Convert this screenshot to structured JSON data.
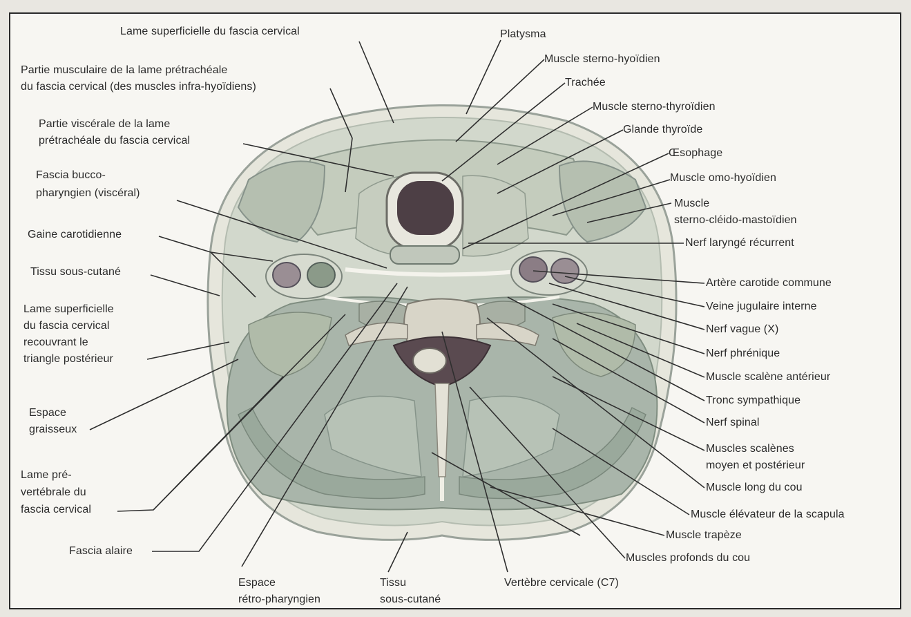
{
  "labels": {
    "lame_superficielle_top": "Lame superficielle du fascia cervical",
    "platysma": "Platysma",
    "partie_musculaire_1": "Partie musculaire de la lame prétrachéale",
    "partie_musculaire_2": "du fascia cervical (des muscles infra-hyoïdiens)",
    "sterno_hyoidien": "Muscle sterno-hyoïdien",
    "trachee": "Trachée",
    "partie_viscerale_1": "Partie viscérale de la lame",
    "partie_viscerale_2": "prétrachéale du fascia cervical",
    "sterno_thyroidien": "Muscle sterno-thyroïdien",
    "glande_thyroide": "Glande thyroïde",
    "oesophage": "Œsophage",
    "fascia_bucco_1": "Fascia bucco-",
    "fascia_bucco_2": "pharyngien (viscéral)",
    "omo_hyoidien": "Muscle omo-hyoïdien",
    "scm_1": "Muscle",
    "scm_2": "sterno-cléido-mastoïdien",
    "gaine_carotidienne": "Gaine carotidienne",
    "nerf_larynge": "Nerf laryngé récurrent",
    "tissu_sous_cutane_left": "Tissu sous-cutané",
    "artere_carotide": "Artère carotide commune",
    "lame_sup_post_1": "Lame superficielle",
    "lame_sup_post_2": "du fascia cervical",
    "lame_sup_post_3": "recouvrant le",
    "lame_sup_post_4": "triangle postérieur",
    "veine_jugulaire": "Veine jugulaire interne",
    "nerf_vague": "Nerf vague (X)",
    "nerf_phrenique": "Nerf phrénique",
    "scalene_anterieur": "Muscle scalène antérieur",
    "espace_graisseux_1": "Espace",
    "espace_graisseux_2": "graisseux",
    "tronc_sympathique": "Tronc sympathique",
    "nerf_spinal": "Nerf spinal",
    "scalenes_moyen_1": "Muscles scalènes",
    "scalenes_moyen_2": "moyen et postérieur",
    "lame_prevert_1": "Lame pré-",
    "lame_prevert_2": "vertébrale du",
    "lame_prevert_3": "fascia cervical",
    "long_du_cou": "Muscle long du cou",
    "elevateur_scapula": "Muscle élévateur de la scapula",
    "trapeze": "Muscle trapèze",
    "fascia_alaire": "Fascia alaire",
    "muscles_profonds": "Muscles profonds du cou",
    "espace_retro_1": "Espace",
    "espace_retro_2": "rétro-pharyngien",
    "tissu_sous_cutane_bottom_1": "Tissu",
    "tissu_sous_cutane_bottom_2": "sous-cutané",
    "vertebre": "Vertèbre cervicale (C7)"
  },
  "colors": {
    "skin": "#dcdcd2",
    "muscle": "#b9c4b4",
    "muscle_dark": "#8c9a8c",
    "fascia": "#f2f1ea",
    "airway": "#4d3f45",
    "bone": "#d6d3c6",
    "leader": "#2f2f2f"
  }
}
